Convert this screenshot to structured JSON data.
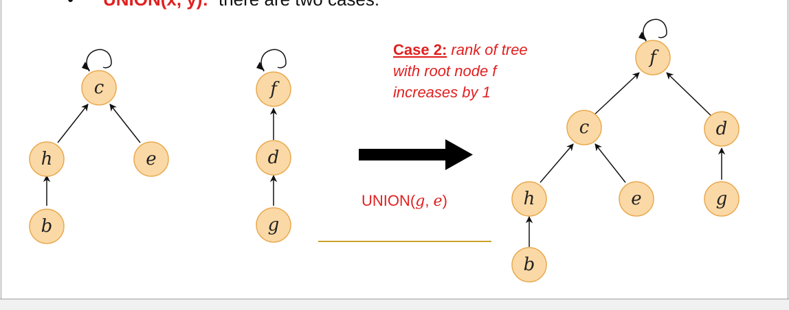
{
  "header": {
    "bullet": "•",
    "title_red": "UNION(x, y):",
    "title_rest": " there are two cases:"
  },
  "left_forest": {
    "tree1": {
      "root": "c",
      "nodes": [
        "c",
        "h",
        "e",
        "b"
      ]
    },
    "tree2": {
      "root": "f",
      "nodes": [
        "f",
        "d",
        "g"
      ]
    }
  },
  "caption": {
    "case_label": "Case 2:",
    "line1_rest": " rank of tree",
    "line2": "with root node f",
    "line3": "increases by 1"
  },
  "operation": {
    "prefix": "UNION(",
    "arg1": "g",
    "sep": ", ",
    "arg2": "e",
    "suffix": ")"
  },
  "result_tree": {
    "root": "f",
    "nodes": [
      "f",
      "c",
      "d",
      "h",
      "e",
      "g",
      "b"
    ]
  },
  "colors": {
    "node_fill": "#fbd9a6",
    "node_stroke": "#e8a94e",
    "edge": "#111111",
    "accent_red": "#e02020",
    "divider": "#c9a227"
  }
}
